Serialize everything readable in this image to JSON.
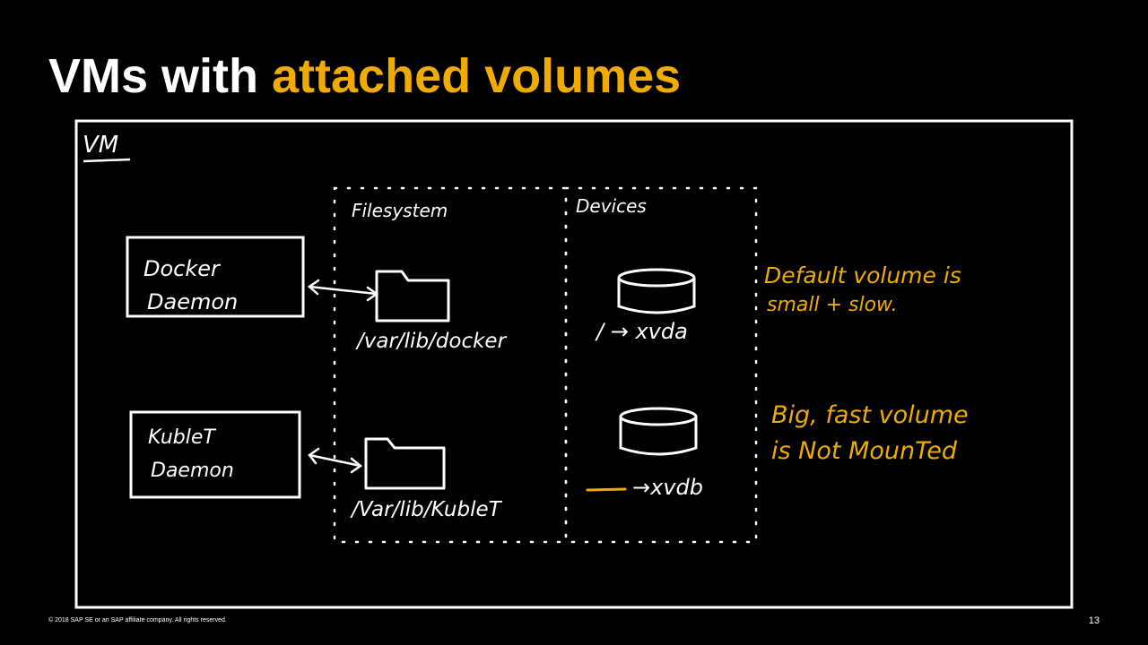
{
  "title": {
    "part1": "VMs with ",
    "part2": "attached volumes"
  },
  "colors": {
    "accent": "#f0ab00",
    "chalk": "#ffffff",
    "background": "#000000"
  },
  "diagram": {
    "vm_label": "VM",
    "filesystem_label": "Filesystem",
    "devices_label": "Devices",
    "docker_daemon": {
      "line1": "Docker",
      "line2": "Daemon"
    },
    "kublet_daemon": {
      "line1": "KubleT",
      "line2": "Daemon"
    },
    "docker_path": "/var/lib/docker",
    "kublet_path": "/Var/lib/KubleT",
    "xvda_label": "/ → xvda",
    "xvdb_label": "→xvdb",
    "note_default": {
      "line1": "Default volume is",
      "line2": "small + slow."
    },
    "note_big": {
      "line1": "Big, fast volume",
      "line2": "is Not MounTed"
    }
  },
  "footer": {
    "copyright": "© 2018 SAP SE or an SAP affiliate company. All rights reserved.",
    "page_number": "13"
  }
}
